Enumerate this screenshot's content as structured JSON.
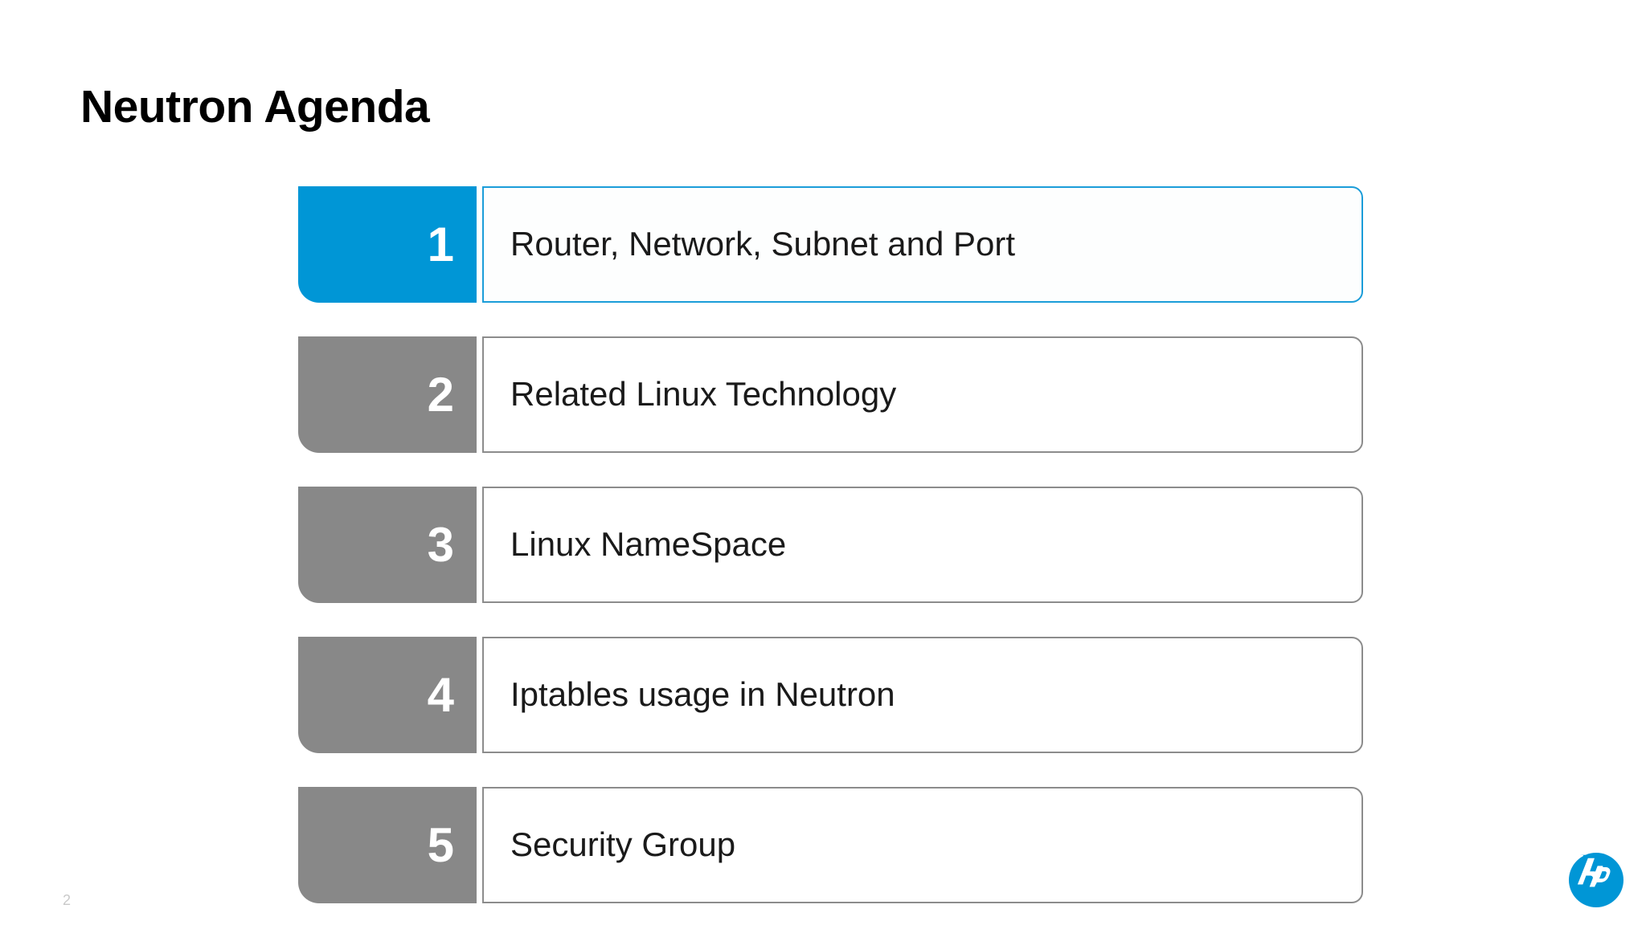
{
  "slide": {
    "title": "Neutron Agenda",
    "page_number": "2",
    "background_color": "#ffffff"
  },
  "theme": {
    "accent_color": "#0096d6",
    "accent_border_color": "#1b9dd9",
    "neutral_color": "#888888",
    "neutral_border_color": "#8c8c8c",
    "number_text_color": "#ffffff",
    "label_text_color": "#1a1a1a",
    "page_number_color": "#c9c9c9"
  },
  "agenda": {
    "items": [
      {
        "number": "1",
        "label": "Router, Network, Subnet and Port",
        "state": "accent"
      },
      {
        "number": "2",
        "label": "Related Linux Technology",
        "state": "normal"
      },
      {
        "number": "3",
        "label": "Linux NameSpace",
        "state": "normal"
      },
      {
        "number": "4",
        "label": "Iptables usage in Neutron",
        "state": "normal"
      },
      {
        "number": "5",
        "label": "Security Group",
        "state": "normal"
      }
    ]
  },
  "logo": {
    "name": "hp-logo",
    "text": "hp",
    "color": "#0096d6"
  }
}
